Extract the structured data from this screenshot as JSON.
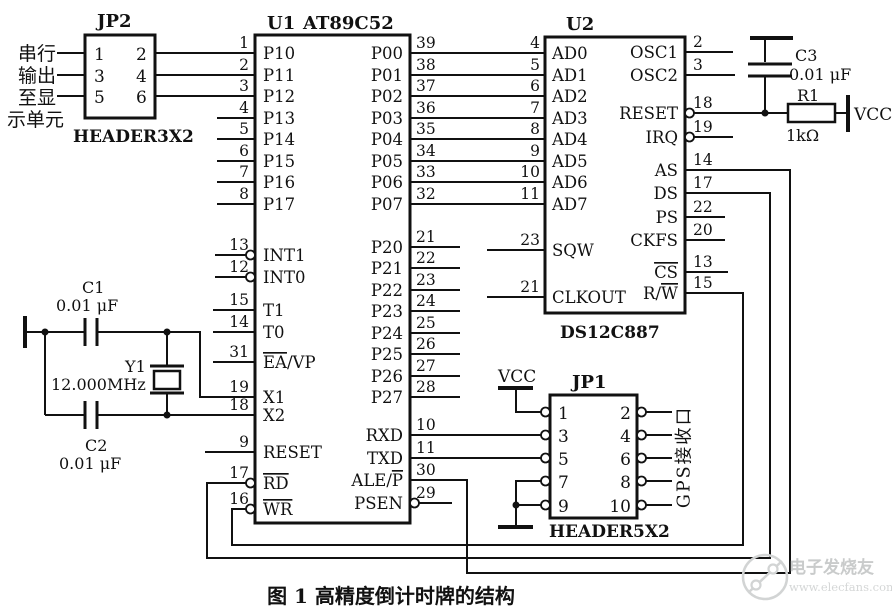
{
  "figure": {
    "caption": "图 1  高精度倒计时牌的结构"
  },
  "watermark": {
    "brand": "电子发烧友",
    "url": "www.elecfans.com"
  },
  "annotations": {
    "serial_note_lines": [
      "串行",
      "输出",
      "至显",
      "示单元"
    ],
    "gps_note": "GPS接收口",
    "vcc_label": "VCC"
  },
  "components": {
    "u1": {
      "refdes": "U1",
      "part": "AT89C52",
      "left_pins": [
        {
          "num": "1",
          "label": "P10"
        },
        {
          "num": "2",
          "label": "P11"
        },
        {
          "num": "3",
          "label": "P12"
        },
        {
          "num": "4",
          "label": "P13"
        },
        {
          "num": "5",
          "label": "P14"
        },
        {
          "num": "6",
          "label": "P15"
        },
        {
          "num": "7",
          "label": "P16"
        },
        {
          "num": "8",
          "label": "P17"
        },
        {
          "num": "13",
          "label": "INT1",
          "bubble": true
        },
        {
          "num": "12",
          "label": "INT0",
          "bubble": true
        },
        {
          "num": "15",
          "label": "T1"
        },
        {
          "num": "14",
          "label": "T0"
        },
        {
          "num": "31",
          "over": "EA",
          "post": "/VP"
        },
        {
          "num": "19",
          "label": "X1"
        },
        {
          "num": "18",
          "label": "X2"
        },
        {
          "num": "9",
          "label": "RESET"
        },
        {
          "num": "17",
          "over": "RD",
          "bubble": true
        },
        {
          "num": "16",
          "over": "WR",
          "bubble": true
        }
      ],
      "right_pins": [
        {
          "num": "39",
          "label": "P00"
        },
        {
          "num": "38",
          "label": "P01"
        },
        {
          "num": "37",
          "label": "P02"
        },
        {
          "num": "36",
          "label": "P03"
        },
        {
          "num": "35",
          "label": "P04"
        },
        {
          "num": "34",
          "label": "P05"
        },
        {
          "num": "33",
          "label": "P06"
        },
        {
          "num": "32",
          "label": "P07"
        },
        {
          "num": "21",
          "label": "P20"
        },
        {
          "num": "22",
          "label": "P21"
        },
        {
          "num": "23",
          "label": "P22"
        },
        {
          "num": "24",
          "label": "P23"
        },
        {
          "num": "25",
          "label": "P24"
        },
        {
          "num": "26",
          "label": "P25"
        },
        {
          "num": "27",
          "label": "P26"
        },
        {
          "num": "28",
          "label": "P27"
        },
        {
          "num": "10",
          "label": "RXD"
        },
        {
          "num": "11",
          "label": "TXD"
        },
        {
          "num": "30",
          "pre": "ALE/",
          "over": "P"
        },
        {
          "num": "29",
          "label": "PSEN",
          "bubble": true
        }
      ]
    },
    "u2": {
      "refdes": "U2",
      "part": "DS12C887",
      "left_pins": [
        {
          "num": "4",
          "label": "AD0"
        },
        {
          "num": "5",
          "label": "AD1"
        },
        {
          "num": "6",
          "label": "AD2"
        },
        {
          "num": "7",
          "label": "AD3"
        },
        {
          "num": "8",
          "label": "AD4"
        },
        {
          "num": "9",
          "label": "AD5"
        },
        {
          "num": "10",
          "label": "AD6"
        },
        {
          "num": "11",
          "label": "AD7"
        },
        {
          "num": "23",
          "label": "SQW"
        },
        {
          "num": "21",
          "label": "CLKOUT"
        }
      ],
      "right_pins": [
        {
          "num": "2",
          "label": "OSC1"
        },
        {
          "num": "3",
          "label": "OSC2"
        },
        {
          "num": "18",
          "label": "RESET",
          "bubble": true
        },
        {
          "num": "19",
          "label": "IRQ",
          "bubble": true
        },
        {
          "num": "14",
          "label": "AS"
        },
        {
          "num": "17",
          "label": "DS"
        },
        {
          "num": "22",
          "label": "PS"
        },
        {
          "num": "20",
          "label": "CKFS"
        },
        {
          "num": "13",
          "over": "CS"
        },
        {
          "num": "15",
          "pre": "R/",
          "over": "W"
        }
      ]
    },
    "jp2": {
      "refdes": "JP2",
      "part": "HEADER3X2",
      "left_nums": [
        "1",
        "3",
        "5"
      ],
      "right_nums": [
        "2",
        "4",
        "6"
      ]
    },
    "jp1": {
      "refdes": "JP1",
      "part": "HEADER5X2",
      "left_nums": [
        "1",
        "3",
        "5",
        "7",
        "9"
      ],
      "right_nums": [
        "2",
        "4",
        "6",
        "8",
        "10"
      ]
    },
    "c1": {
      "refdes": "C1",
      "value": "0.01 μF"
    },
    "c2": {
      "refdes": "C2",
      "value": "0.01 μF"
    },
    "c3": {
      "refdes": "C3",
      "value": "0.01 μF"
    },
    "y1": {
      "refdes": "Y1",
      "value": "12.000MHz"
    },
    "r1": {
      "refdes": "R1",
      "value": "1kΩ"
    }
  }
}
